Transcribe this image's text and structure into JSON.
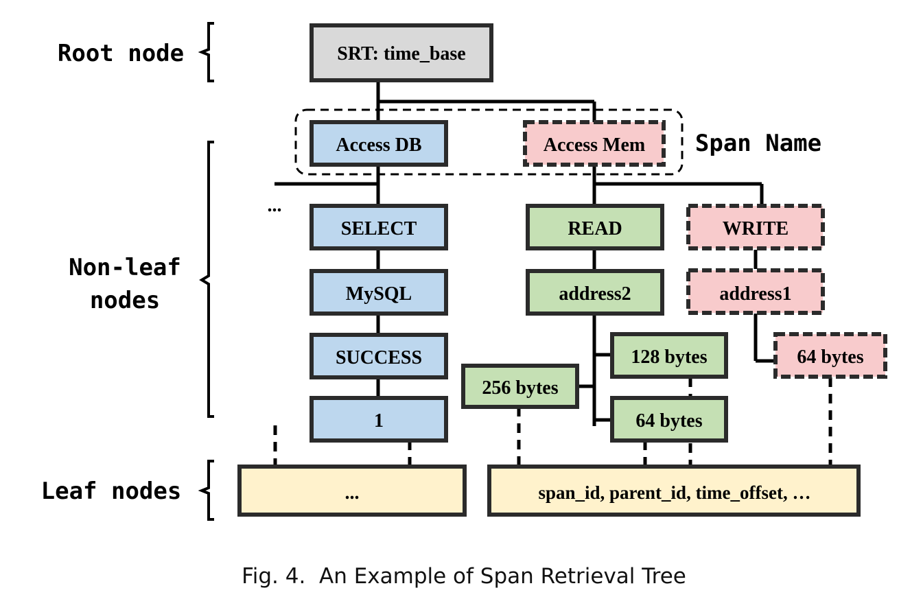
{
  "labels": {
    "root": "Root node",
    "nonleaf_line1": "Non-leaf",
    "nonleaf_line2": "nodes",
    "leaf": "Leaf nodes",
    "span_name": "Span Name"
  },
  "nodes": {
    "root": "SRT: time_base",
    "access_db": "Access DB",
    "access_mem": "Access Mem",
    "select": "SELECT",
    "mysql": "MySQL",
    "success": "SUCCESS",
    "one": "1",
    "read": "READ",
    "address2": "address2",
    "write": "WRITE",
    "address1": "address1",
    "bytes128": "128 bytes",
    "bytes256": "256 bytes",
    "bytes64_green": "64 bytes",
    "bytes64_pink": "64 bytes",
    "ellipsis_side": "...",
    "leaf_left": "...",
    "leaf_right": "span_id, parent_id, time_offset, …"
  },
  "caption": "Fig. 4.  An Example of Span Retrieval Tree",
  "colors": {
    "root_fill": "#d9d9d9",
    "blue_fill": "#bdd7ee",
    "pink_fill": "#f8cbcc",
    "green_fill": "#c5e0b4",
    "leaf_fill": "#fff2cc",
    "stroke": "#2b2b2b"
  }
}
